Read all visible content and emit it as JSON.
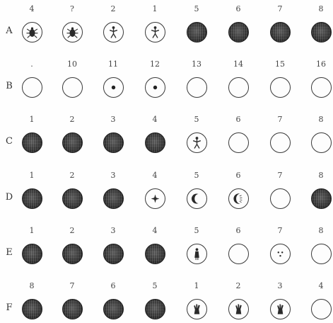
{
  "rows": [
    {
      "label": "A",
      "numbers": [
        "4",
        "?",
        "2",
        "1",
        "5",
        "6",
        "7",
        "8"
      ],
      "cells": [
        "beetle-glyph",
        "beetle-glyph",
        "human-figure-glyph",
        "human-figure-glyph",
        "solid",
        "solid",
        "solid",
        "solid"
      ]
    },
    {
      "label": "B",
      "numbers": [
        ".",
        "10",
        "11",
        "12",
        "13",
        "14",
        "15",
        "16"
      ],
      "cells": [
        "empty",
        "empty",
        "dot-glyph",
        "dot-glyph",
        "empty",
        "empty",
        "empty",
        "empty"
      ]
    },
    {
      "label": "C",
      "numbers": [
        "1",
        "2",
        "3",
        "4",
        "5",
        "6",
        "7",
        "8"
      ],
      "cells": [
        "solid",
        "solid",
        "solid",
        "solid",
        "human-figure-glyph",
        "empty",
        "empty",
        "empty"
      ]
    },
    {
      "label": "D",
      "numbers": [
        "1",
        "2",
        "3",
        "4",
        "5",
        "6",
        "7",
        "8"
      ],
      "cells": [
        "solid",
        "solid",
        "solid",
        "star-glyph",
        "crescent-glyph",
        "crescent-rays-glyph",
        "empty",
        "solid"
      ]
    },
    {
      "label": "E",
      "numbers": [
        "1",
        "2",
        "3",
        "4",
        "5",
        "6",
        "7",
        "8"
      ],
      "cells": [
        "solid",
        "solid",
        "solid",
        "solid",
        "standing-figure-glyph",
        "empty",
        "face-dots-glyph",
        "empty"
      ]
    },
    {
      "label": "F",
      "numbers": [
        "8",
        "7",
        "6",
        "5",
        "1",
        "2",
        "3",
        "4"
      ],
      "cells": [
        "solid",
        "solid",
        "solid",
        "solid",
        "hand-glyph",
        "hand-glyph",
        "hand-glyph",
        "empty"
      ]
    }
  ],
  "colors": {
    "ink": "#2a2a2a",
    "solid_fill": "#343434",
    "paper": "#fefefe"
  }
}
